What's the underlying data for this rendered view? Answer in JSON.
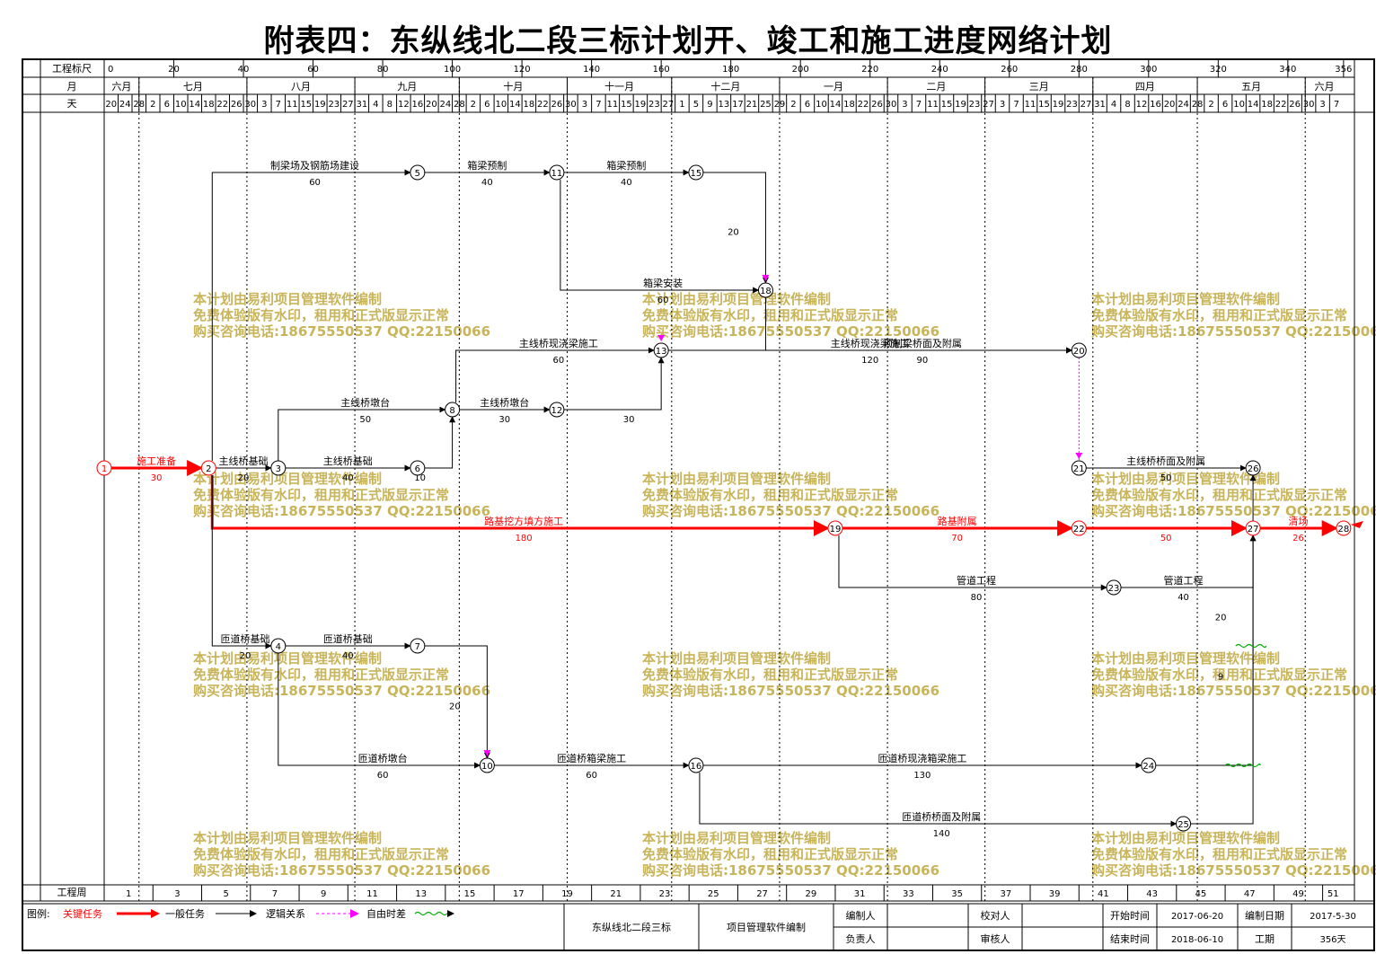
{
  "title": "附表四：东纵线北二段三标计划开、竣工和施工进度网络计划",
  "header": {
    "scale_label": "工程标尺",
    "month_label": "月",
    "day_label": "天",
    "scale_ticks": [
      "0",
      "20",
      "40",
      "60",
      "80",
      "100",
      "120",
      "140",
      "160",
      "180",
      "200",
      "220",
      "240",
      "260",
      "280",
      "300",
      "320",
      "340",
      "356"
    ],
    "months": [
      "六月",
      "七月",
      "八月",
      "九月",
      "十月",
      "十一月",
      "十二月",
      "一月",
      "二月",
      "三月",
      "四月",
      "五月",
      "六月"
    ],
    "days": [
      "20",
      "24",
      "28",
      "2",
      "6",
      "10",
      "14",
      "18",
      "22",
      "26",
      "30",
      "3",
      "7",
      "11",
      "15",
      "19",
      "23",
      "27",
      "31",
      "4",
      "8",
      "12",
      "16",
      "20",
      "24",
      "28",
      "2",
      "6",
      "10",
      "14",
      "18",
      "22",
      "26",
      "30",
      "3",
      "7",
      "11",
      "15",
      "19",
      "23",
      "27",
      "1",
      "5",
      "9",
      "13",
      "17",
      "21",
      "25",
      "29",
      "2",
      "6",
      "10",
      "14",
      "18",
      "22",
      "26",
      "30",
      "3",
      "7",
      "11",
      "15",
      "19",
      "23",
      "27",
      "3",
      "7",
      "11",
      "15",
      "19",
      "23",
      "27",
      "31",
      "4",
      "8",
      "12",
      "16",
      "20",
      "24",
      "28",
      "2",
      "6",
      "10",
      "14",
      "18",
      "22",
      "26",
      "30",
      "3",
      "7"
    ]
  },
  "footer": {
    "week_label": "工程周",
    "weeks": [
      "1",
      "3",
      "5",
      "7",
      "9",
      "11",
      "13",
      "15",
      "17",
      "19",
      "21",
      "23",
      "25",
      "27",
      "29",
      "31",
      "33",
      "35",
      "37",
      "39",
      "41",
      "43",
      "45",
      "47",
      "49",
      "51"
    ],
    "legend_label": "图例:",
    "legend": {
      "critical": "关键任务",
      "normal": "一般任务",
      "logic": "逻辑关系",
      "float": "自由时差"
    },
    "project_name": "东纵线北二段三标",
    "software": "项目管理软件编制",
    "compiler_label": "编制人",
    "checker_label": "校对人",
    "responsible_label": "负责人",
    "auditor_label": "审核人",
    "start_label": "开始时间",
    "start_value": "2017-06-20",
    "end_label": "结束时间",
    "end_value": "2018-06-10",
    "made_date_label": "编制日期",
    "made_date_value": "2017-5-30",
    "duration_label": "工期",
    "duration_value": "356天"
  },
  "watermark": [
    "本计划由易利项目管理软件编制",
    "免费体验版有水印，租用和正式版显示正常",
    "购买咨询电话:18675550537 QQ:22150066"
  ],
  "colors": {
    "critical": "#ff0000",
    "normal": "#000000",
    "logic_float": "#ff00ff",
    "free_float": "#00aa00",
    "watermark": "#c8b45a"
  },
  "nodes": [
    {
      "id": "1",
      "day": 0,
      "row": "r1",
      "critical": true
    },
    {
      "id": "2",
      "day": 30,
      "row": "r1",
      "critical": true
    },
    {
      "id": "3",
      "day": 50,
      "row": "r1"
    },
    {
      "id": "4",
      "day": 50,
      "row": "r6"
    },
    {
      "id": "5",
      "day": 90,
      "row": "r0"
    },
    {
      "id": "6",
      "day": 90,
      "row": "r1"
    },
    {
      "id": "7",
      "day": 90,
      "row": "r6"
    },
    {
      "id": "8",
      "day": 100,
      "row": "r3"
    },
    {
      "id": "10",
      "day": 110,
      "row": "r7"
    },
    {
      "id": "11",
      "day": 130,
      "row": "r0"
    },
    {
      "id": "12",
      "day": 130,
      "row": "r3"
    },
    {
      "id": "13",
      "day": 160,
      "row": "r4"
    },
    {
      "id": "15",
      "day": 170,
      "row": "r0"
    },
    {
      "id": "16",
      "day": 170,
      "row": "r7"
    },
    {
      "id": "18",
      "day": 190,
      "row": "r5"
    },
    {
      "id": "19",
      "day": 210,
      "row": "r2",
      "critical": true
    },
    {
      "id": "20",
      "day": 280,
      "row": "r4"
    },
    {
      "id": "21",
      "day": 280,
      "row": "r1"
    },
    {
      "id": "22",
      "day": 280,
      "row": "r2",
      "critical": true
    },
    {
      "id": "23",
      "day": 290,
      "row": "r8"
    },
    {
      "id": "24",
      "day": 300,
      "row": "r7"
    },
    {
      "id": "25",
      "day": 310,
      "row": "r9"
    },
    {
      "id": "26",
      "day": 330,
      "row": "r1"
    },
    {
      "id": "27",
      "day": 330,
      "row": "r2",
      "critical": true
    },
    {
      "id": "28",
      "day": 356,
      "row": "r2",
      "critical": true
    }
  ],
  "tasks": [
    {
      "from": "1",
      "to": "2",
      "name": "施工准备",
      "dur": "30",
      "critical": true
    },
    {
      "from": "2",
      "to": "19",
      "name": "路基挖方填方施工",
      "dur": "180",
      "critical": true
    },
    {
      "from": "19",
      "to": "22",
      "name": "路基附属",
      "dur": "70",
      "critical": true
    },
    {
      "from": "22",
      "to": "27",
      "name": "",
      "dur": "50",
      "critical": true
    },
    {
      "from": "27",
      "to": "28",
      "name": "清场",
      "dur": "26",
      "critical": true
    },
    {
      "from": "2",
      "to": "3",
      "name": "主线桥基础",
      "dur": "20"
    },
    {
      "from": "3",
      "to": "6",
      "name": "主线桥基础",
      "dur": "40"
    },
    {
      "from": "3",
      "to": "8",
      "name": "主线桥墩台",
      "dur": "50"
    },
    {
      "from": "6",
      "to": "8",
      "name": "",
      "dur": "10"
    },
    {
      "from": "8",
      "to": "12",
      "name": "主线桥墩台",
      "dur": "30"
    },
    {
      "from": "12",
      "to": "13",
      "name": "",
      "dur": "30"
    },
    {
      "from": "8",
      "to": "13",
      "name": "主线桥现浇梁施工",
      "dur": "60"
    },
    {
      "from": "13",
      "to": "20",
      "name": "主线桥现浇梁施工",
      "dur": "120"
    },
    {
      "from": "2",
      "to": "5",
      "name": "制梁场及钢筋场建设",
      "dur": "60"
    },
    {
      "from": "5",
      "to": "11",
      "name": "箱梁预制",
      "dur": "40"
    },
    {
      "from": "11",
      "to": "15",
      "name": "箱梁预制",
      "dur": "40"
    },
    {
      "from": "15",
      "to": "18",
      "name": "",
      "dur": "20"
    },
    {
      "from": "11",
      "to": "18",
      "name": "箱梁安装",
      "dur": "60"
    },
    {
      "from": "18",
      "to": "20",
      "name": "预制梁桥面及附属",
      "dur": "90"
    },
    {
      "from": "21",
      "to": "26",
      "name": "主线桥桥面及附属",
      "dur": "50"
    },
    {
      "from": "19",
      "to": "23",
      "name": "管道工程",
      "dur": "80"
    },
    {
      "from": "23",
      "to": "27",
      "name": "管道工程",
      "dur": "40"
    },
    {
      "from": "2",
      "to": "4",
      "name": "匝道桥基础",
      "dur": "20"
    },
    {
      "from": "4",
      "to": "7",
      "name": "匝道桥基础",
      "dur": "40"
    },
    {
      "from": "7",
      "to": "10",
      "name": "",
      "dur": "20"
    },
    {
      "from": "4",
      "to": "10",
      "name": "匝道桥墩台",
      "dur": "60"
    },
    {
      "from": "10",
      "to": "16",
      "name": "匝道桥箱梁施工",
      "dur": "60"
    },
    {
      "from": "16",
      "to": "24",
      "name": "匝道桥现浇箱梁施工",
      "dur": "130"
    },
    {
      "from": "16",
      "to": "25",
      "name": "匝道桥桥面及附属",
      "dur": "140"
    },
    {
      "from": "24",
      "to": "26",
      "name": "",
      "dur": "20"
    },
    {
      "from": "25",
      "to": "27",
      "name": "",
      "dur": "9"
    }
  ]
}
